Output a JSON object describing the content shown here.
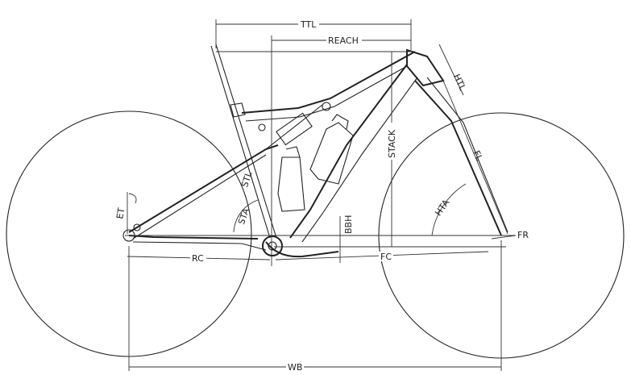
{
  "diagram": {
    "labels": {
      "ttl": "TTL",
      "reach": "REACH",
      "htl": "HTL",
      "stack": "STACK",
      "fl": "FL",
      "hta": "HTA",
      "fr": "FR",
      "bbh": "BBH",
      "fc": "FC",
      "rc": "RC",
      "wb": "WB",
      "et": "ET",
      "sta": "STA",
      "stl": "STL"
    }
  }
}
